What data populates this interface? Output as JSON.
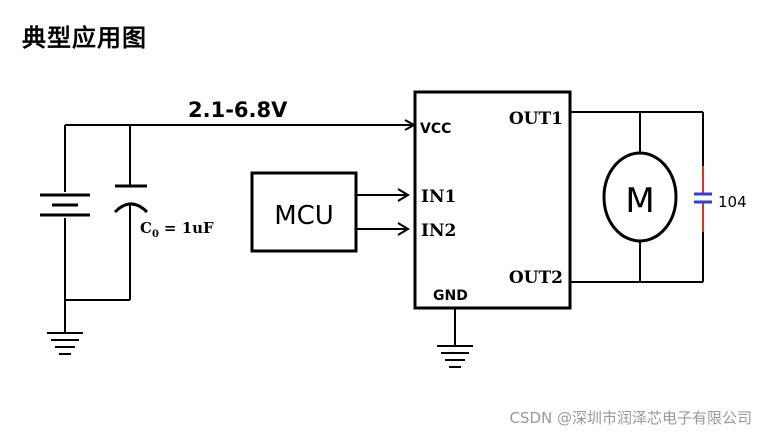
{
  "title": "典型应用图",
  "supply_voltage": "2.1-6.8V",
  "capacitor": {
    "symbol": "C",
    "subscript": "0",
    "value": "= 1uF"
  },
  "mcu_label": "MCU",
  "pins": {
    "vcc": "VCC",
    "in1": "IN1",
    "in2": "IN2",
    "gnd": "GND",
    "out1": "OUT1",
    "out2": "OUT2"
  },
  "motor_label": "M",
  "motor_cap_label": "104",
  "watermark": "CSDN @深圳市润泽芯电子有限公司",
  "colors": {
    "cap_plate_blue": "#2f3cd6",
    "cap_lead_red": "#e0302a"
  }
}
